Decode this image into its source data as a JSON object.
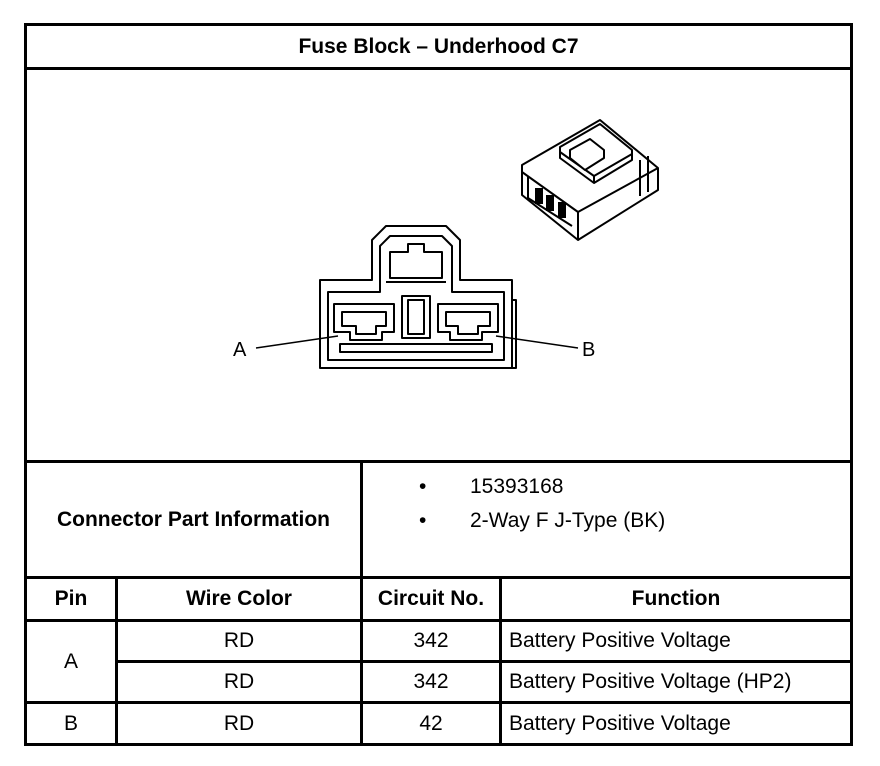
{
  "title": "Fuse Block – Underhood C7",
  "diagram": {
    "label_a": "A",
    "label_b": "B"
  },
  "connector_info": {
    "label": "Connector Part Information",
    "bullet": "•",
    "items": [
      "15393168",
      "2-Way F J-Type (BK)"
    ]
  },
  "table": {
    "headers": {
      "pin": "Pin",
      "wire_color": "Wire Color",
      "circuit": "Circuit No.",
      "function": "Function"
    },
    "rows": [
      {
        "pin": "A",
        "wire_color": "RD",
        "circuit": "342",
        "function": "Battery Positive Voltage"
      },
      {
        "pin": "",
        "wire_color": "RD",
        "circuit": "342",
        "function": "Battery Positive Voltage (HP2)"
      },
      {
        "pin": "B",
        "wire_color": "RD",
        "circuit": "42",
        "function": "Battery Positive Voltage"
      }
    ]
  }
}
